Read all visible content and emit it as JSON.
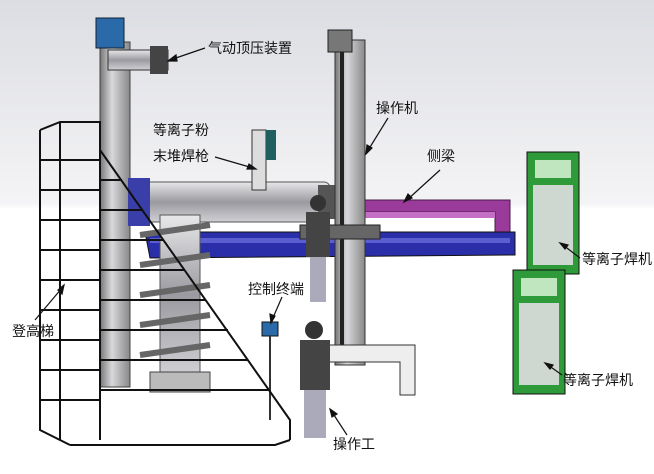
{
  "labels": {
    "pneumatic_press": "气动顶压装置",
    "manipulator": "操作机",
    "torch_line1": "等离子粉",
    "torch_line2": "末堆焊枪",
    "side_beam": "侧梁",
    "welder_1": "等离子焊机",
    "welder_2": "等离子焊机",
    "control_terminal": "控制终端",
    "ladder": "登高梯",
    "operator": "操作工"
  },
  "colors": {
    "track": "#2a2ea8",
    "side_beam": "#9a3a9a",
    "welder_body": "#2f9a3a",
    "column": "#b8b8bc",
    "frame": "#111111"
  }
}
